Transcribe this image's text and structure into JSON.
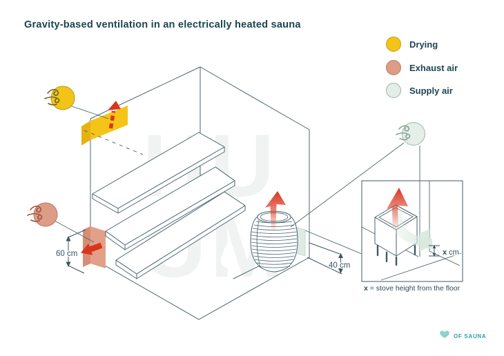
{
  "title": "Gravity-based ventilation in an electrically heated sauna",
  "legend": {
    "items": [
      {
        "label": "Drying",
        "color": "#F2C417",
        "border": "#C49B1B"
      },
      {
        "label": "Exhaust air",
        "color": "#DD9C85",
        "border": "#BC7B64"
      },
      {
        "label": "Supply air",
        "color": "#E2EEE7",
        "border": "#9DB2A7"
      }
    ]
  },
  "dimensions": {
    "exhaust_height": "60 cm",
    "supply_height": "40 cm"
  },
  "inset": {
    "dim_x": "x",
    "dim_unit": " cm",
    "caption_x": "x",
    "caption_rest": " = stove height from the floor"
  },
  "watermark": {
    "line1": "HU",
    "line2": "UM"
  },
  "footer": {
    "brand": "OF SAUNA",
    "heart_color": "#8FD2C9"
  },
  "colors": {
    "line": "#4C6670",
    "text": "#1B4650",
    "red_arrow": "#D8361D",
    "drying_yellow": "#F2C417",
    "exhaust_salmon": "#DD9C85",
    "supply_mint": "#E2EEE7"
  }
}
